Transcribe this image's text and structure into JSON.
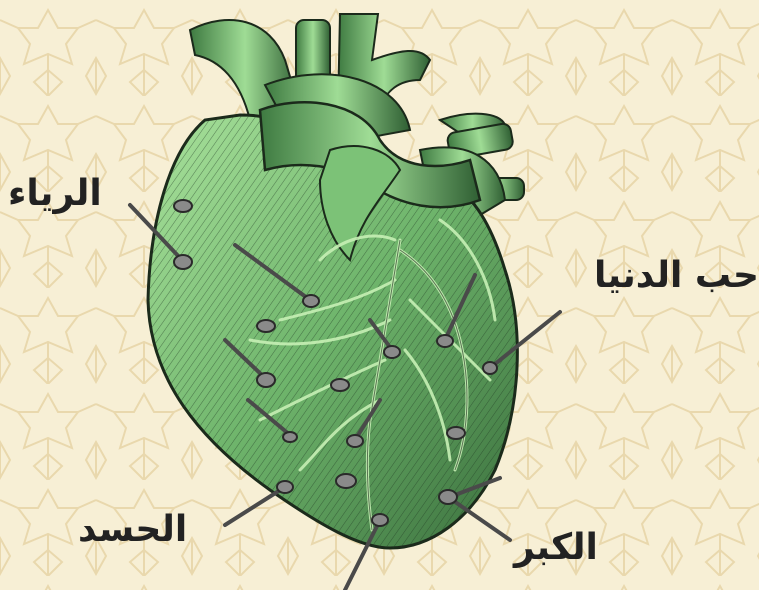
{
  "image": {
    "subject": "heart-illustration",
    "colors": {
      "background": "#f7efd5",
      "pattern": "#ebdcb2",
      "heart_light": "#9fdc95",
      "heart_mid": "#62a664",
      "heart_dark": "#2a5530",
      "outline": "#1b2a1b",
      "label": "#222222",
      "nail": "#4a4a4a"
    }
  },
  "labels": {
    "riya": "الرياء",
    "hubb_dunya": "حب الدنيا",
    "hasad": "الحسد",
    "kibr": "الكبر"
  }
}
